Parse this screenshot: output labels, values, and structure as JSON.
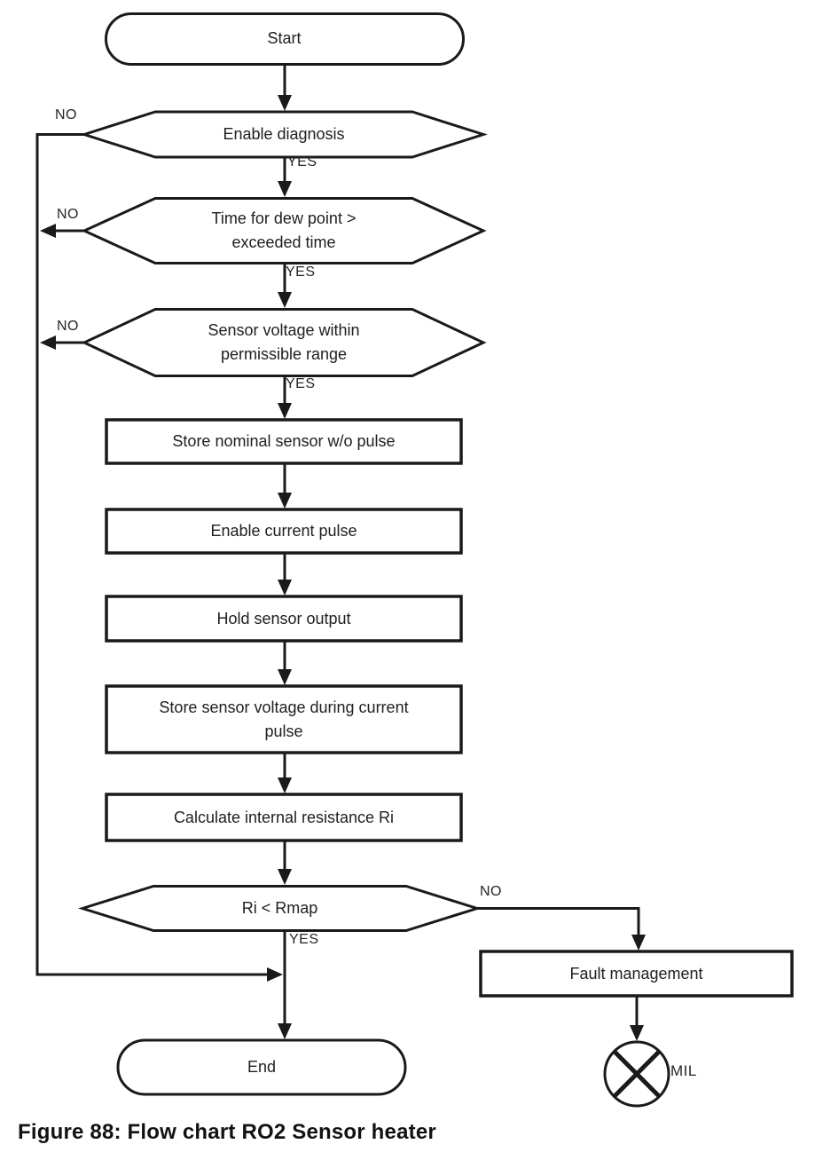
{
  "figure": {
    "caption": "Figure 88: Flow chart RO2 Sensor heater"
  },
  "edge_labels": {
    "yes": "YES",
    "no": "NO"
  },
  "nodes": {
    "start": {
      "label": "Start"
    },
    "enable_diagnosis": {
      "label": "Enable diagnosis"
    },
    "dew_point": {
      "line1": "Time for dew point >",
      "line2": "exceeded time"
    },
    "sensor_voltage": {
      "line1": "Sensor voltage within",
      "line2": "permissible range"
    },
    "store_nominal": {
      "label": "Store nominal sensor w/o pulse"
    },
    "enable_current_pulse": {
      "label": "Enable current pulse"
    },
    "hold_sensor_output": {
      "label": "Hold sensor output"
    },
    "store_sensor_voltage": {
      "line1": "Store sensor voltage during current",
      "line2": "pulse"
    },
    "calculate_ri": {
      "label": "Calculate internal resistance Ri"
    },
    "ri_less_rmap": {
      "label": "Ri < Rmap"
    },
    "fault_management": {
      "label": "Fault management"
    },
    "end": {
      "label": "End"
    },
    "mil": {
      "label": "MIL"
    }
  },
  "colors": {
    "ink": "#1a1a1a",
    "background": "#ffffff"
  }
}
